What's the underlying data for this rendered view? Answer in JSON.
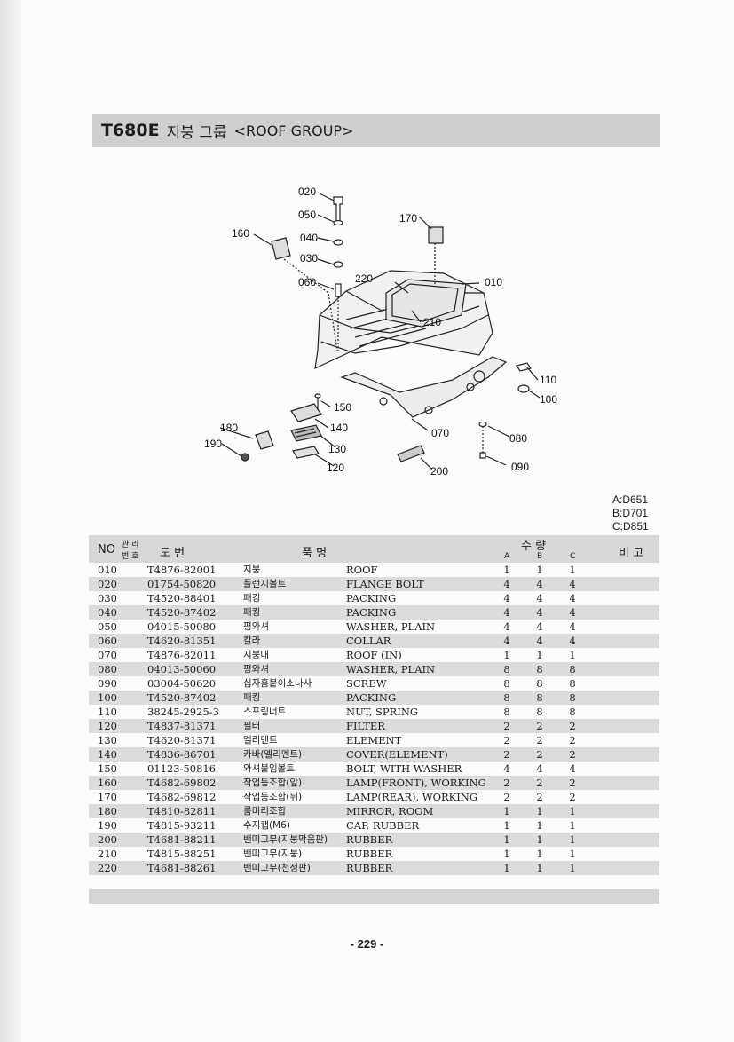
{
  "title": {
    "code": "T680E",
    "korean": "지붕 그룹",
    "english": "<ROOF GROUP>"
  },
  "callouts": {
    "c020": "020",
    "c050": "050",
    "c040": "040",
    "c030": "030",
    "c060": "060",
    "c160": "160",
    "c170": "170",
    "c220": "220",
    "c010": "010",
    "c210": "210",
    "c110": "110",
    "c100": "100",
    "c150": "150",
    "c140": "140",
    "c180": "180",
    "c190": "190",
    "c130": "130",
    "c120": "120",
    "c070": "070",
    "c080": "080",
    "c200": "200",
    "c090": "090"
  },
  "models": {
    "a": "A:D651",
    "b": "B:D701",
    "c": "C:D851"
  },
  "headers": {
    "no": "NO",
    "mgmt_1": "관 리",
    "mgmt_2": "번 호",
    "drawing": "도 번",
    "name": "품 명",
    "qty": "수 량",
    "qa": "A",
    "qb": "B",
    "qc": "C",
    "remark": "비 고"
  },
  "rows": [
    {
      "no": "010",
      "part": "T4876-82001",
      "kor": "지붕",
      "eng": "ROOF",
      "a": "1",
      "b": "1",
      "c": "1"
    },
    {
      "no": "020",
      "part": "01754-50820",
      "kor": "플랜지볼트",
      "eng": "FLANGE BOLT",
      "a": "4",
      "b": "4",
      "c": "4"
    },
    {
      "no": "030",
      "part": "T4520-88401",
      "kor": "패킹",
      "eng": "PACKING",
      "a": "4",
      "b": "4",
      "c": "4"
    },
    {
      "no": "040",
      "part": "T4520-87402",
      "kor": "패킹",
      "eng": "PACKING",
      "a": "4",
      "b": "4",
      "c": "4"
    },
    {
      "no": "050",
      "part": "04015-50080",
      "kor": "평와셔",
      "eng": "WASHER, PLAIN",
      "a": "4",
      "b": "4",
      "c": "4"
    },
    {
      "no": "060",
      "part": "T4620-81351",
      "kor": "칼라",
      "eng": "COLLAR",
      "a": "4",
      "b": "4",
      "c": "4"
    },
    {
      "no": "070",
      "part": "T4876-82011",
      "kor": "지붕내",
      "eng": "ROOF (IN)",
      "a": "1",
      "b": "1",
      "c": "1"
    },
    {
      "no": "080",
      "part": "04013-50060",
      "kor": "평와셔",
      "eng": "WASHER, PLAIN",
      "a": "8",
      "b": "8",
      "c": "8"
    },
    {
      "no": "090",
      "part": "03004-50620",
      "kor": "십자홈붙이소나사",
      "eng": "SCREW",
      "a": "8",
      "b": "8",
      "c": "8"
    },
    {
      "no": "100",
      "part": "T4520-87402",
      "kor": "패킹",
      "eng": "PACKING",
      "a": "8",
      "b": "8",
      "c": "8"
    },
    {
      "no": "110",
      "part": "38245-2925-3",
      "kor": "스프링너트",
      "eng": "NUT, SPRING",
      "a": "8",
      "b": "8",
      "c": "8"
    },
    {
      "no": "120",
      "part": "T4837-81371",
      "kor": "필터",
      "eng": "FILTER",
      "a": "2",
      "b": "2",
      "c": "2"
    },
    {
      "no": "130",
      "part": "T4620-81371",
      "kor": "엘리멘트",
      "eng": "ELEMENT",
      "a": "2",
      "b": "2",
      "c": "2"
    },
    {
      "no": "140",
      "part": "T4836-86701",
      "kor": "카바(엘리멘트)",
      "eng": "COVER(ELEMENT)",
      "a": "2",
      "b": "2",
      "c": "2"
    },
    {
      "no": "150",
      "part": "01123-50816",
      "kor": "와셔붙임볼트",
      "eng": "BOLT, WITH WASHER",
      "a": "4",
      "b": "4",
      "c": "4"
    },
    {
      "no": "160",
      "part": "T4682-69802",
      "kor": "작업등조합(앞)",
      "eng": "LAMP(FRONT), WORKING",
      "a": "2",
      "b": "2",
      "c": "2"
    },
    {
      "no": "170",
      "part": "T4682-69812",
      "kor": "작업등조합(뒤)",
      "eng": "LAMP(REAR), WORKING",
      "a": "2",
      "b": "2",
      "c": "2"
    },
    {
      "no": "180",
      "part": "T4810-82811",
      "kor": "룸미리조합",
      "eng": "MIRROR, ROOM",
      "a": "1",
      "b": "1",
      "c": "1"
    },
    {
      "no": "190",
      "part": "T4815-93211",
      "kor": "수지캡(M6)",
      "eng": "CAP, RUBBER",
      "a": "1",
      "b": "1",
      "c": "1"
    },
    {
      "no": "200",
      "part": "T4681-88211",
      "kor": "밴띠고무(지붕막음판)",
      "eng": "RUBBER",
      "a": "1",
      "b": "1",
      "c": "1"
    },
    {
      "no": "210",
      "part": "T4815-88251",
      "kor": "밴띠고무(지붕)",
      "eng": "RUBBER",
      "a": "1",
      "b": "1",
      "c": "1"
    },
    {
      "no": "220",
      "part": "T4681-88261",
      "kor": "밴띠고무(천정판)",
      "eng": "RUBBER",
      "a": "1",
      "b": "1",
      "c": "1"
    }
  ],
  "page_number": "- 229 -"
}
